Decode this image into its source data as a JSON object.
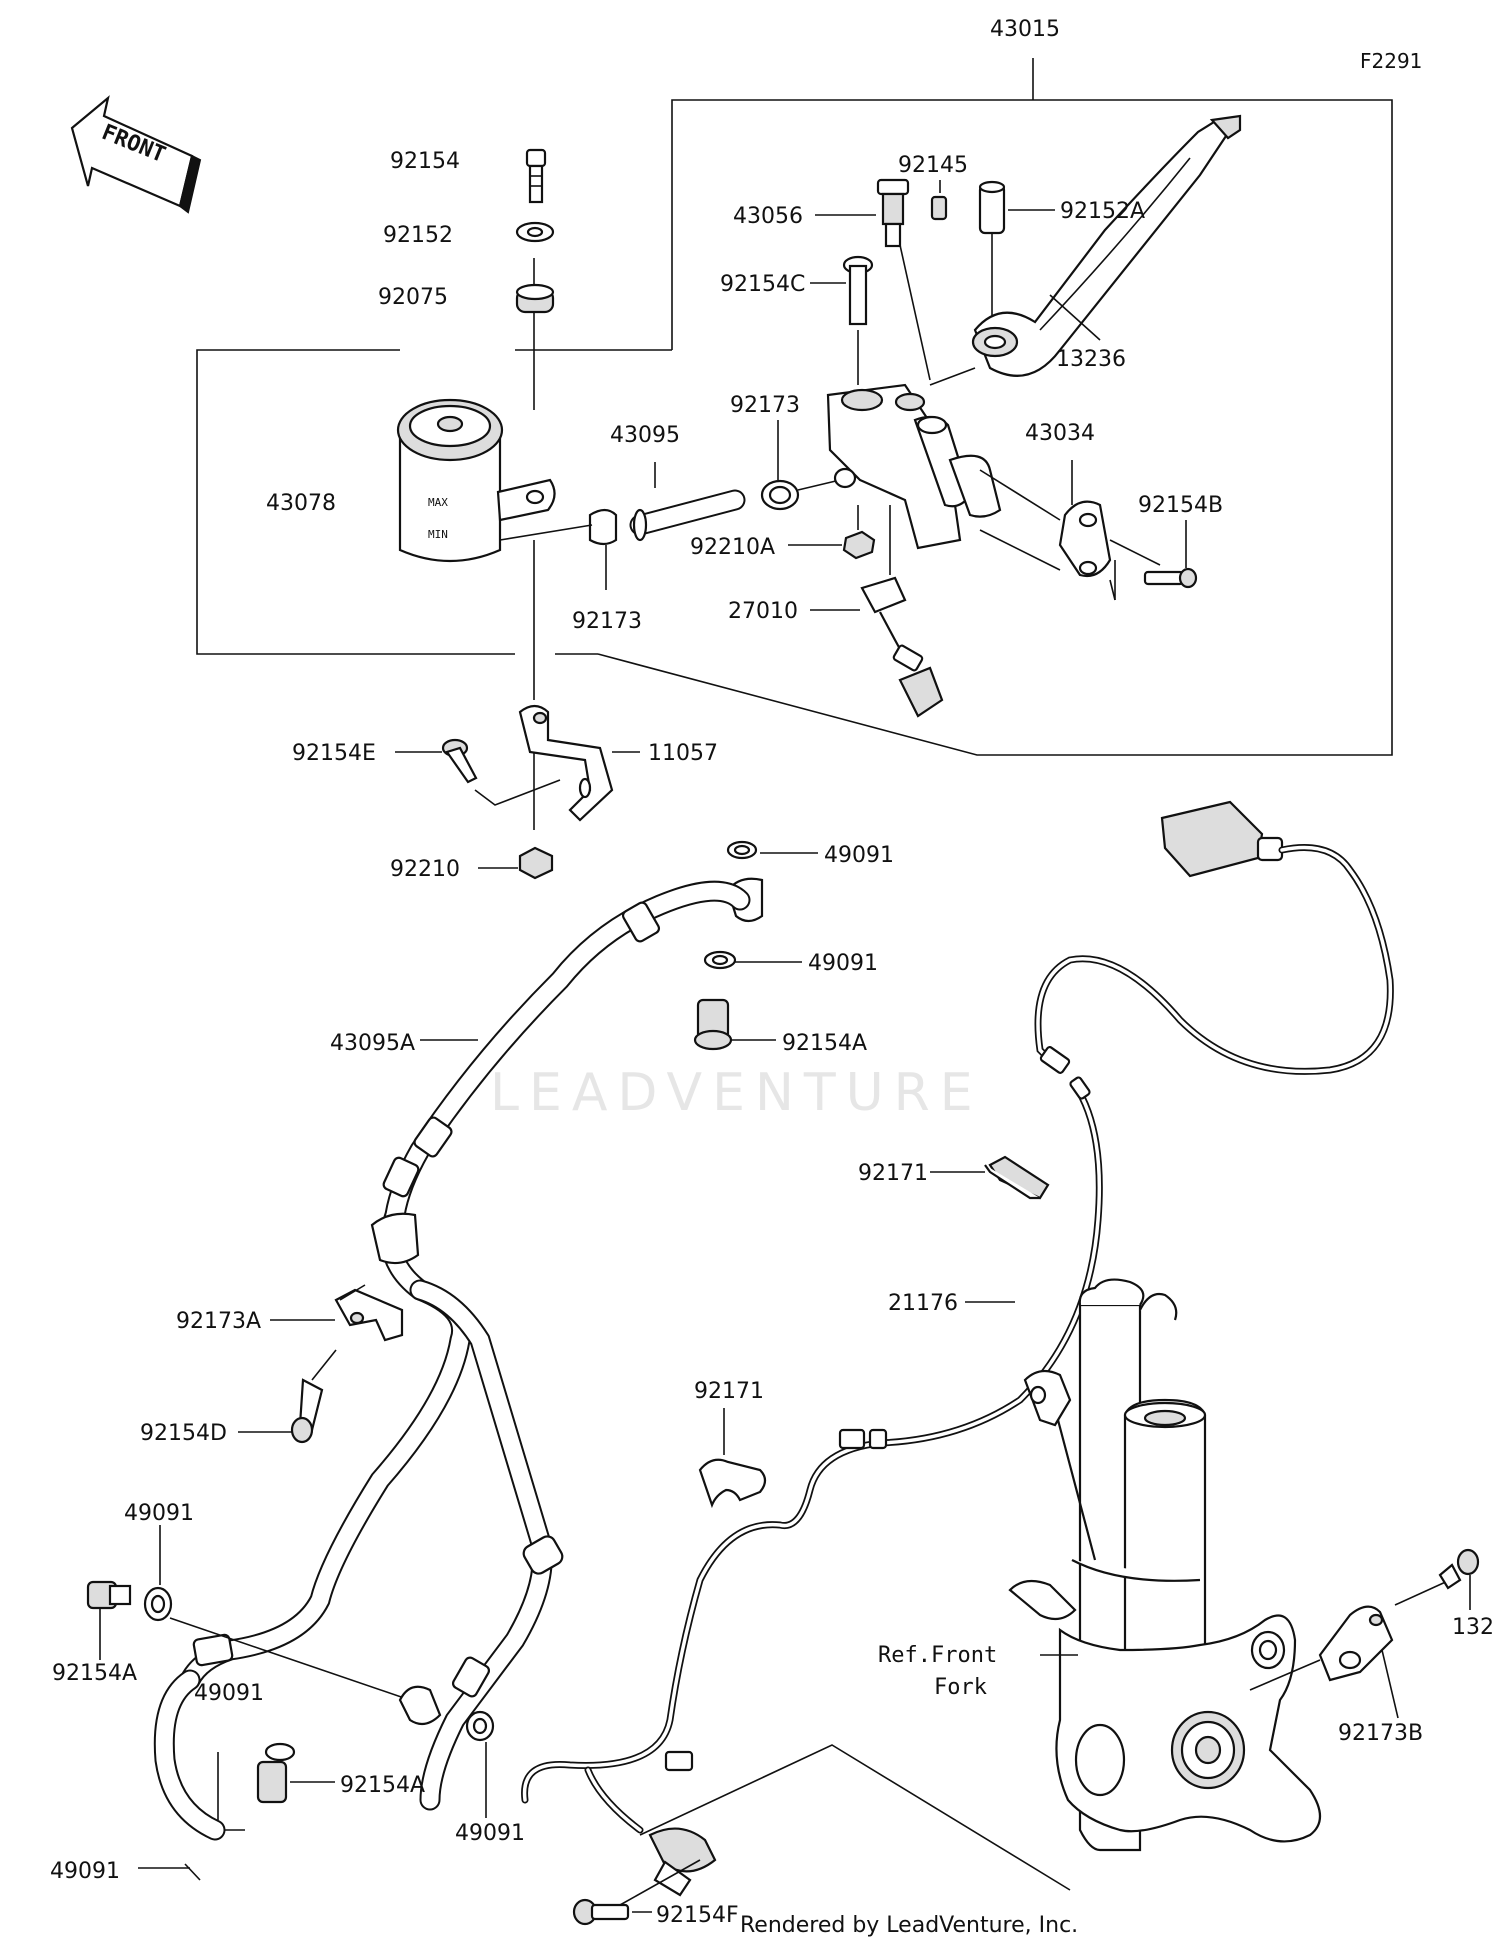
{
  "diagram_code": "F2291",
  "front_arrow": {
    "text": "FRONT",
    "icon": "front-arrow-icon"
  },
  "watermark": "LEADVENTURE",
  "footer": "Rendered by LeadVenture, Inc.",
  "reference_note": {
    "line1": "Ref.Front",
    "line2": "Fork"
  },
  "parts": {
    "p43015": "43015",
    "p92154": "92154",
    "p92152": "92152",
    "p92075": "92075",
    "p92145": "92145",
    "p43056": "43056",
    "p92152A": "92152A",
    "p92154C": "92154C",
    "p13236": "13236",
    "p92173_top": "92173",
    "p43095": "43095",
    "p43034": "43034",
    "p43078": "43078",
    "p92154B": "92154B",
    "p92210A": "92210A",
    "p92173_res": "92173",
    "p27010": "27010",
    "p92154E": "92154E",
    "p11057": "11057",
    "p92210": "92210",
    "p49091_a": "49091",
    "p49091_b": "49091",
    "p92154A_top": "92154A",
    "p43095A": "43095A",
    "p92171_a": "92171",
    "p21176": "21176",
    "p92173A": "92173A",
    "p92154D": "92154D",
    "p92171_b": "92171",
    "p49091_c": "49091",
    "p92154A_left": "92154A",
    "p49091_d": "49091",
    "p92154A_mid": "92154A",
    "p49091_e": "49091",
    "p49091_f": "49091",
    "p132": "132",
    "p92173B": "92173B",
    "p92154F": "92154F"
  }
}
